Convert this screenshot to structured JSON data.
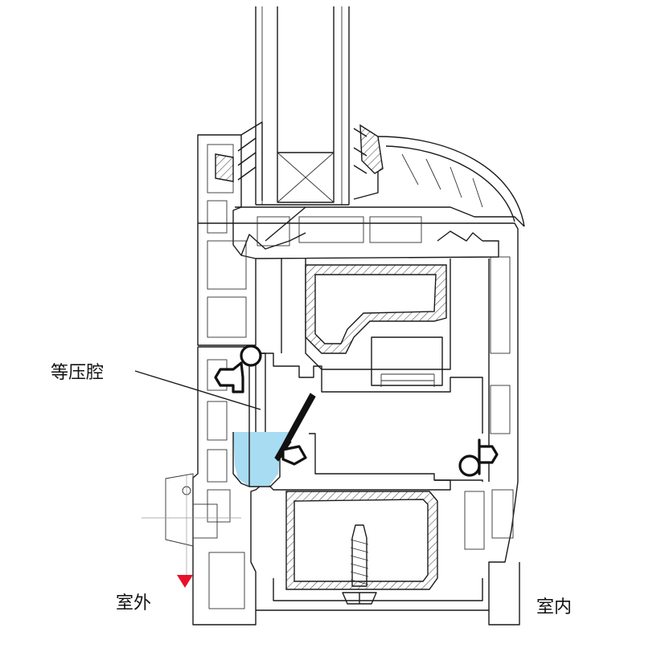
{
  "labels": {
    "pressure_chamber": "等压腔",
    "outdoor": "室外",
    "indoor": "室内"
  },
  "colors": {
    "water": "#a8dcf2",
    "arrow": "#e8102a",
    "line": "#1a1a1a"
  }
}
